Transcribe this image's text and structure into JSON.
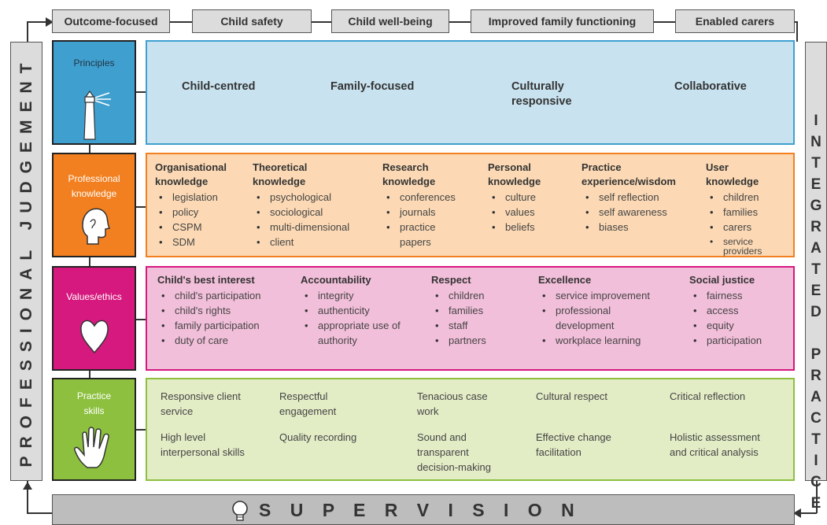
{
  "outcomes": [
    "Outcome-focused",
    "Child safety",
    "Child well-being",
    "Improved family functioning",
    "Enabled carers"
  ],
  "left_sidebar": "PROFESSIONAL JUDGEMENT",
  "right_sidebar": "INTEGRATED PRACTICE",
  "supervision": "S U P E R V I S I O N",
  "rows": {
    "principles": {
      "label": "Principles",
      "color": "#3fa0cf",
      "items": [
        "Child-centred",
        "Family-focused",
        "Culturally responsive",
        "Collaborative"
      ]
    },
    "knowledge": {
      "label": "Professional knowledge",
      "color": "#f28020",
      "columns": [
        {
          "head": "Organisational knowledge",
          "items": [
            "legislation",
            "policy",
            "CSPM",
            "SDM"
          ]
        },
        {
          "head": "Theoretical knowledge",
          "items": [
            "psychological",
            "sociological",
            "multi-dimensional",
            "client"
          ]
        },
        {
          "head": "Research knowledge",
          "items": [
            "conferences",
            "journals",
            "practice papers"
          ]
        },
        {
          "head": "Personal knowledge",
          "items": [
            "culture",
            "values",
            "beliefs"
          ]
        },
        {
          "head": "Practice experience/wisdom",
          "items": [
            "self reflection",
            "self awareness",
            "biases"
          ]
        },
        {
          "head": "User knowledge",
          "items": [
            "children",
            "families",
            "carers",
            "service providers"
          ]
        }
      ]
    },
    "values": {
      "label": "Values/ethics",
      "color": "#d6197e",
      "columns": [
        {
          "head": "Child's best interest",
          "items": [
            "child's participation",
            "child's rights",
            "family participation",
            "duty of care"
          ]
        },
        {
          "head": "Accountability",
          "items": [
            "integrity",
            "authenticity",
            "appropriate use of authority"
          ]
        },
        {
          "head": "Respect",
          "items": [
            "children",
            "families",
            "staff",
            "partners"
          ]
        },
        {
          "head": "Excellence",
          "items": [
            "service improvement",
            "professional development",
            "workplace learning"
          ]
        },
        {
          "head": "Social justice",
          "items": [
            "fairness",
            "access",
            "equity",
            "participation"
          ]
        }
      ]
    },
    "skills": {
      "label": "Practice skills",
      "color": "#8dc03f",
      "items": [
        "Responsive client service",
        "Respectful engagement",
        "Tenacious case work",
        "Cultural respect",
        "Critical reflection",
        "High level interpersonal skills",
        "Quality recording",
        "Sound and transparent decision-making",
        "Effective change facilitation",
        "Holistic assessment and critical analysis"
      ]
    }
  }
}
